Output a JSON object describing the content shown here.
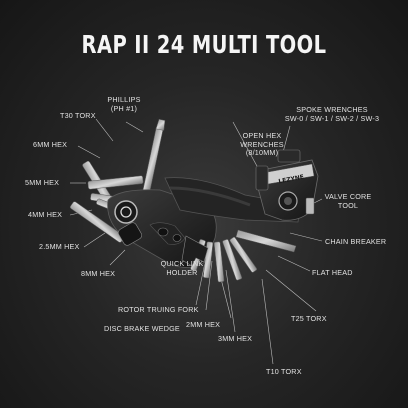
{
  "title": "RAP II 24 MULTI TOOL",
  "brand_mark": "LEZYNE",
  "labels": {
    "phillips": "PHILLIPS\n(PH #1)",
    "t30": "T30 TORX",
    "hex6": "6MM HEX",
    "hex5": "5MM HEX",
    "hex4": "4MM HEX",
    "hex25": "2.5MM HEX",
    "hex8": "8MM HEX",
    "quicklink": "QUICK LINK\nHOLDER",
    "rotor": "ROTOR TRUING FORK",
    "disc": "DISC BRAKE WEDGE",
    "hex2": "2MM HEX",
    "hex3": "3MM HEX",
    "t10": "T10 TORX",
    "t25": "T25 TORX",
    "flathead": "FLAT HEAD",
    "chainbreaker": "CHAIN BREAKER",
    "valvecore": "VALVE CORE\nTOOL",
    "openhex": "OPEN HEX\nWRENCHES\n(8/10MM)",
    "spoke": "SPOKE WRENCHES\nSW-0 / SW-1 / SW-2 / SW-3"
  }
}
